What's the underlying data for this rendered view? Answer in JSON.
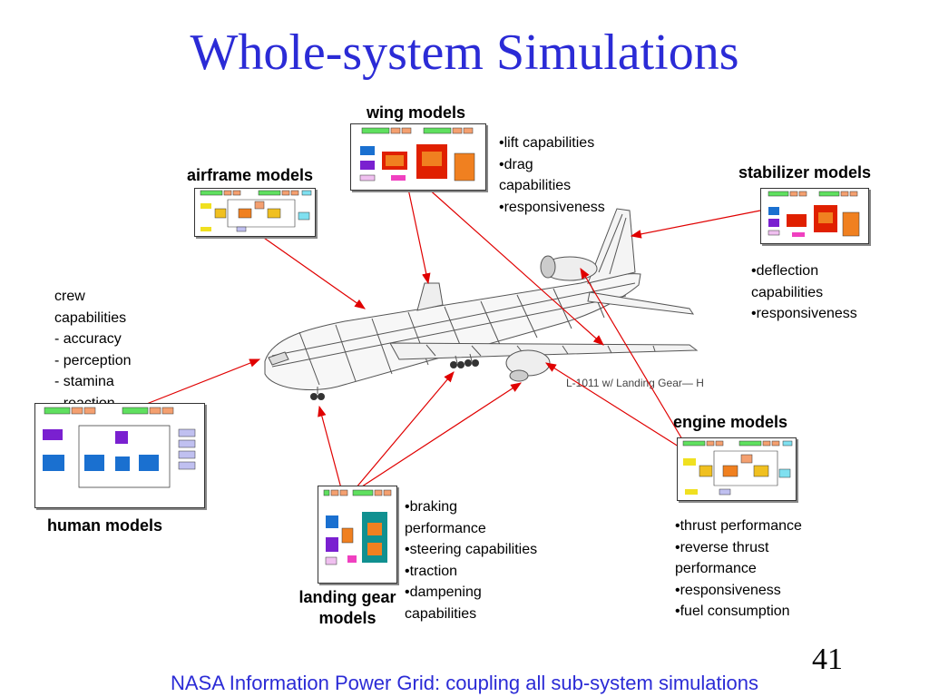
{
  "title": "Whole-system Simulations",
  "footer": "NASA Information Power Grid: coupling all sub-system simulations",
  "page_number": "41",
  "airplane_caption": "L-1011 w/ Landing Gear— H",
  "models": {
    "wing": {
      "label": "wing models",
      "capabilities": [
        "•lift capabilities",
        "•drag",
        "capabilities",
        "•responsiveness"
      ]
    },
    "airframe": {
      "label": "airframe models"
    },
    "stabilizer": {
      "label": "stabilizer models",
      "capabilities": [
        "•deflection",
        "capabilities",
        "•responsiveness"
      ]
    },
    "human": {
      "label": "human models",
      "capabilities": [
        "crew",
        "capabilities",
        "- accuracy",
        "- perception",
        "- stamina",
        "- reaction"
      ]
    },
    "engine": {
      "label": "engine models",
      "capabilities": [
        "•thrust performance",
        "•reverse thrust",
        "performance",
        "•responsiveness",
        "•fuel consumption"
      ]
    },
    "landing_gear": {
      "label_line1": "landing gear",
      "label_line2": "models",
      "capabilities": [
        "•braking",
        "performance",
        "•steering capabilities",
        "•traction",
        "•dampening",
        "capabilities"
      ]
    }
  },
  "colors": {
    "title": "#2b2bd6",
    "arrow": "#e00000",
    "green": "#5fe05f",
    "salmon": "#f4a070",
    "cyan": "#7fe0f0",
    "purple": "#7a20d0",
    "blue": "#1a70d0",
    "orange": "#f08020",
    "red": "#e02000",
    "yellow": "#f0e020",
    "teal": "#109090"
  }
}
